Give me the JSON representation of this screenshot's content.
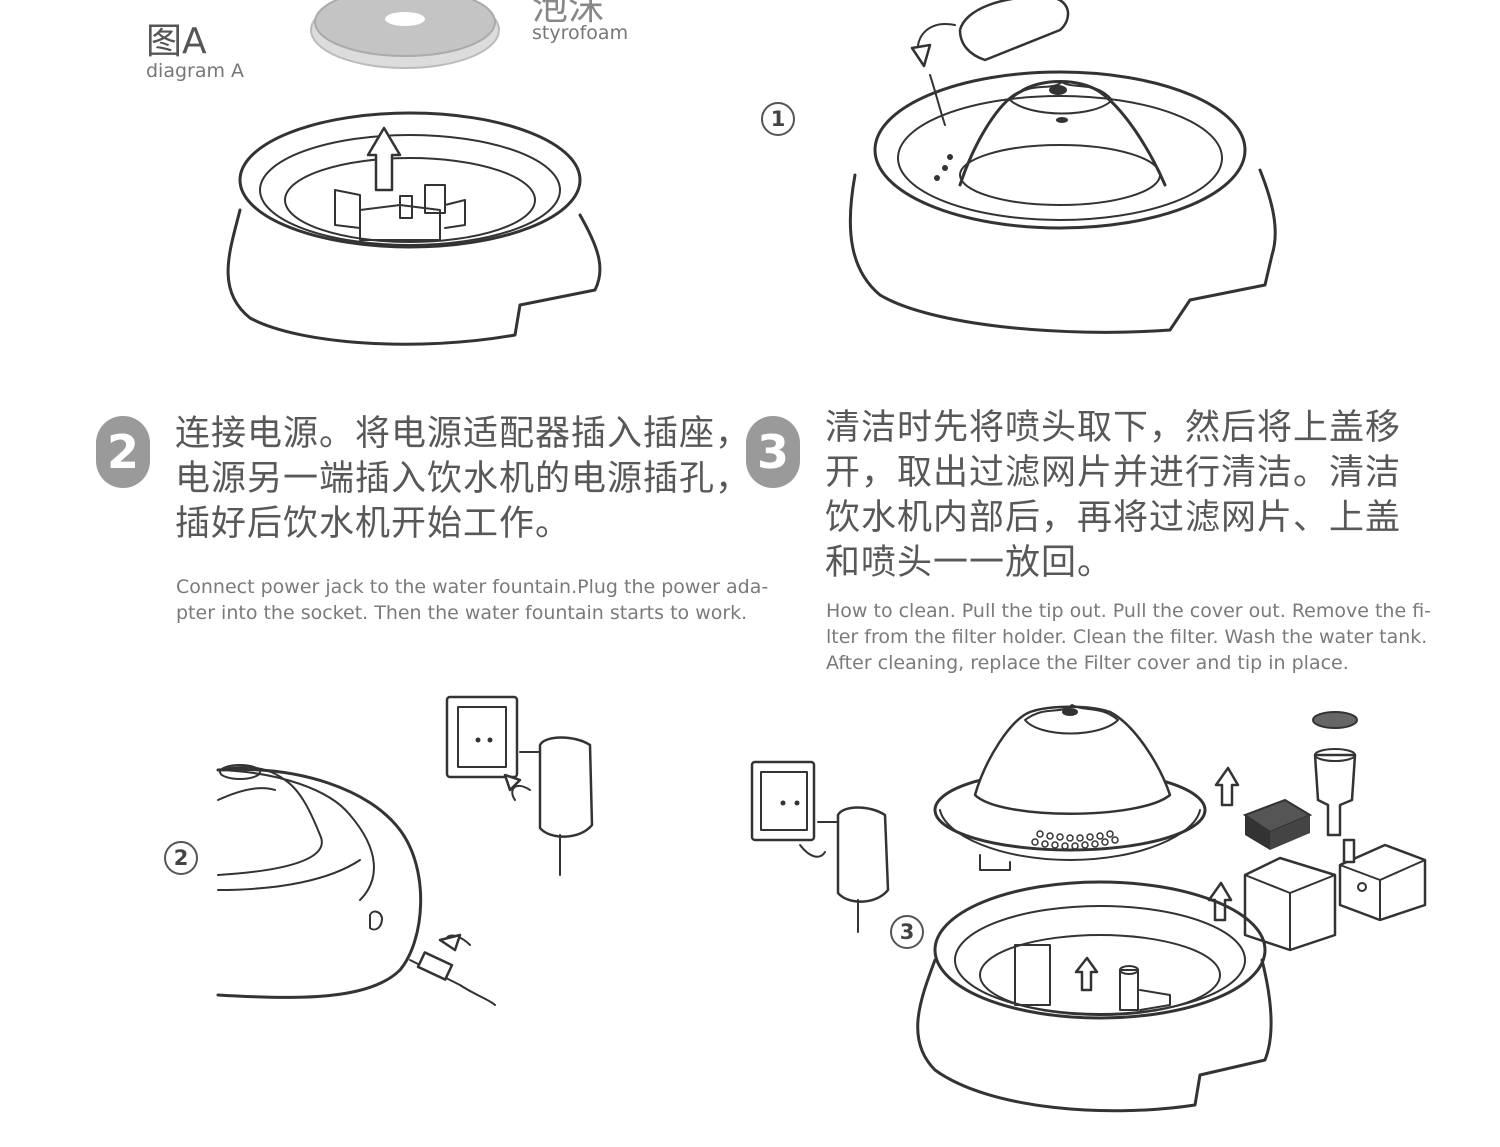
{
  "diagram_a": {
    "label_cn": "图A",
    "label_en": "diagram A"
  },
  "styrofoam": {
    "label_cn": "泡沫",
    "label_en": "styrofoam"
  },
  "illustrations": {
    "step1_marker": "1",
    "step2_marker": "2",
    "step3_marker": "3"
  },
  "step2": {
    "badge": "2",
    "cn_lines": [
      "连接电源。将电源适配器插入插座，",
      "电源另一端插入饮水机的电源插孔，",
      "插好后饮水机开始工作。"
    ],
    "en_lines": [
      "Connect power jack to the water fountain.Plug the power ada-",
      "pter  into the socket. Then the water fountain starts to work."
    ]
  },
  "step3": {
    "badge": "3",
    "cn_lines": [
      "清洁时先将喷头取下，然后将上盖移",
      "开，取出过滤网片并进行清洁。清洁",
      "饮水机内部后，再将过滤网片、上盖",
      "和喷头一一放回。"
    ],
    "en_lines": [
      "How to clean. Pull the tip out. Pull the cover out. Remove the fi-",
      "lter from the filter holder. Clean the filter. Wash the water tank.",
      "After cleaning, replace the Filter cover and tip in place."
    ]
  }
}
